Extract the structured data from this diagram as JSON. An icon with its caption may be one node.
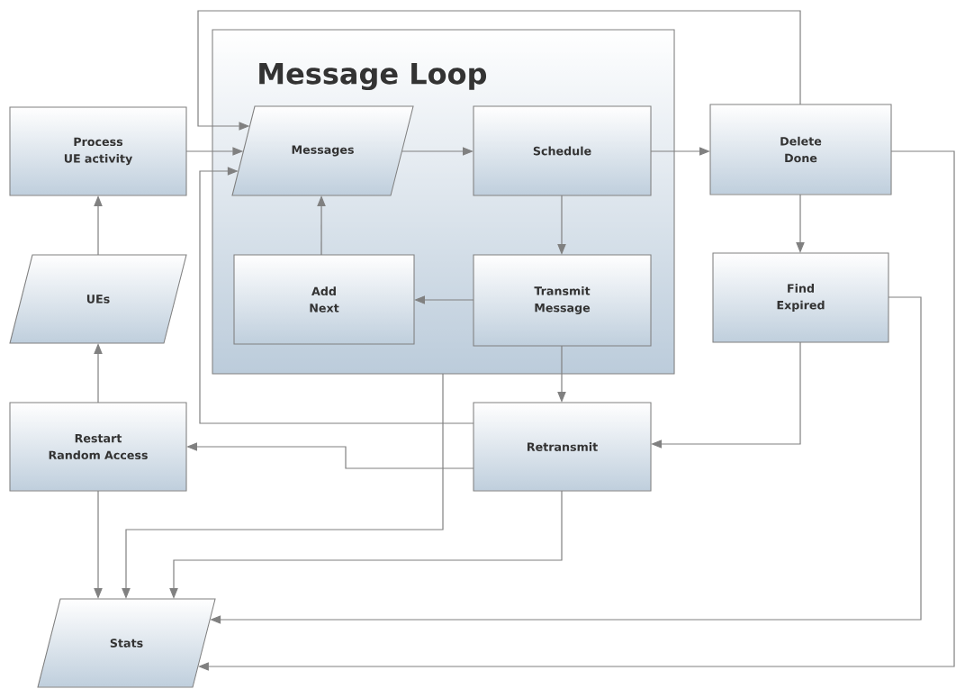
{
  "diagram": {
    "nodes": [
      {
        "text": [
          "Message Loop"
        ]
      },
      {
        "text": [
          "Process UE activity"
        ]
      },
      {
        "text": [
          "Messages"
        ],
        "in": 0
      },
      {
        "text": [
          "Schedule"
        ],
        "in": 0
      },
      {
        "text": [
          "Delete Done"
        ]
      },
      {
        "text": [
          "UEs"
        ]
      },
      {
        "text": [
          "Add Next"
        ],
        "in": 0
      },
      {
        "text": [
          "Transmit Message"
        ],
        "in": 0
      },
      {
        "text": [
          "Find Expired"
        ]
      },
      {
        "text": [
          "Restart Random Access"
        ]
      },
      {
        "text": [
          "Retransmit"
        ]
      },
      {
        "text": [
          "Stats"
        ]
      }
    ],
    "edges": [
      {
        "from": 1,
        "to": 2,
        "arrow": "to"
      },
      {
        "from": 4,
        "to": 2,
        "arrow": "to"
      },
      {
        "from": 10,
        "to": 2,
        "arrow": "to"
      },
      {
        "from": 2,
        "to": 3,
        "arrow": "to"
      },
      {
        "from": 3,
        "to": 4,
        "arrow": "to"
      },
      {
        "from": 3,
        "to": 7,
        "arrow": "to"
      },
      {
        "from": 7,
        "to": 6,
        "arrow": "to"
      },
      {
        "from": 6,
        "to": 2,
        "arrow": "to"
      },
      {
        "from": 7,
        "to": 10,
        "arrow": "to"
      },
      {
        "from": 4,
        "to": 8,
        "arrow": "to"
      },
      {
        "from": 8,
        "to": 10,
        "arrow": "to"
      },
      {
        "from": 8,
        "to": 11,
        "arrow": "to"
      },
      {
        "from": 4,
        "to": 11,
        "arrow": "to"
      },
      {
        "from": 10,
        "to": 9,
        "arrow": "to"
      },
      {
        "from": 9,
        "to": 5,
        "arrow": "to"
      },
      {
        "from": 5,
        "to": 1,
        "arrow": "to"
      },
      {
        "from": 9,
        "to": 11,
        "arrow": "to"
      },
      {
        "from": 0,
        "to": 11,
        "arrow": "to"
      },
      {
        "from": 10,
        "to": 11,
        "arrow": "to"
      }
    ]
  }
}
